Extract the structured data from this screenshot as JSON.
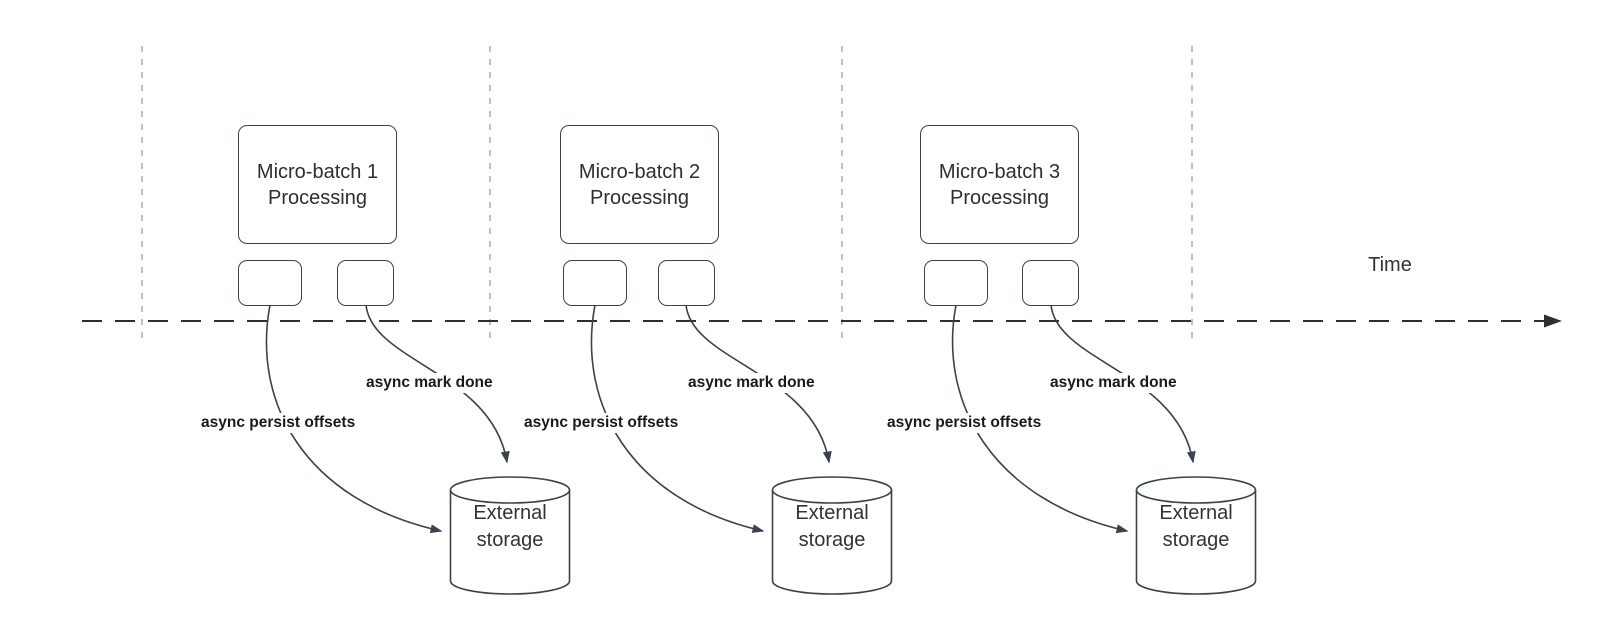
{
  "diagram_type": "timeline-flow-diagram",
  "time_label": "Time",
  "colors": {
    "shape_stroke": "#39434e",
    "guide_dash": "#b0b0b0",
    "timeline_dash": "#2f2f2f",
    "label_text": "#1a1a1a",
    "shape_text": "#333333",
    "background": "#ffffff"
  },
  "sections": [
    {
      "title_line1": "Micro-batch 1",
      "title_line2": "Processing",
      "persist_label": "async persist offsets",
      "mark_done_label": "async mark done",
      "storage_line1": "External",
      "storage_line2": "storage"
    },
    {
      "title_line1": "Micro-batch 2",
      "title_line2": "Processing",
      "persist_label": "async persist offsets",
      "mark_done_label": "async mark done",
      "storage_line1": "External",
      "storage_line2": "storage"
    },
    {
      "title_line1": "Micro-batch 3",
      "title_line2": "Processing",
      "persist_label": "async persist offsets",
      "mark_done_label": "async mark done",
      "storage_line1": "External",
      "storage_line2": "storage"
    }
  ]
}
